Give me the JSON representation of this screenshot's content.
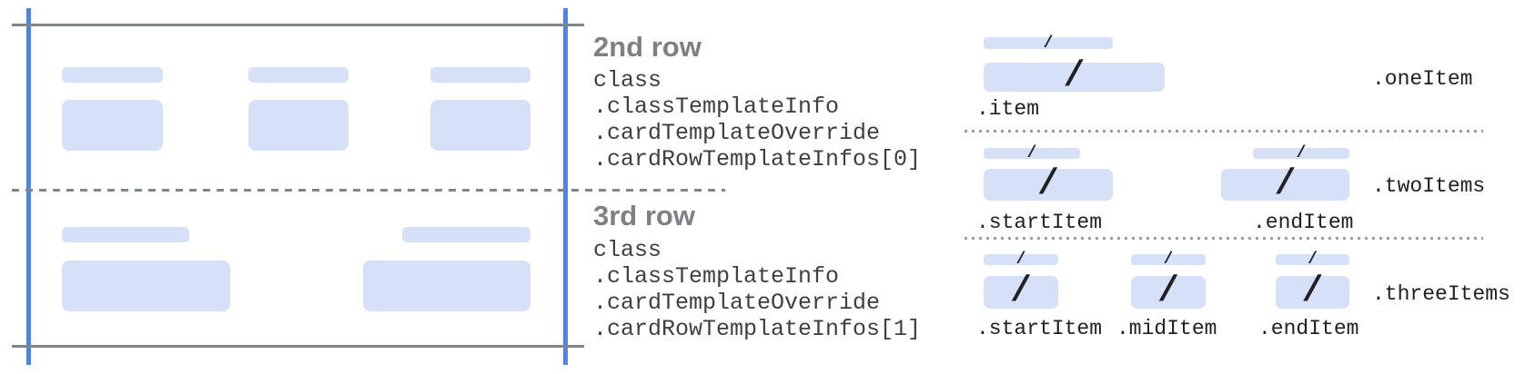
{
  "colors": {
    "bar_fill": "#d6e1f8",
    "card_edge_blue": "#4e83ea",
    "boundary_gray": "#80868b",
    "heading_gray": "#7d8185",
    "code_text": "#3c4043",
    "label_text": "#202124"
  },
  "glyphs": {
    "slash": "/"
  },
  "card_annotations": {
    "row2": {
      "title": "2nd row",
      "lines": [
        "class",
        ".classTemplateInfo",
        ".cardTemplateOverride",
        ".cardRowTemplateInfos[0]"
      ]
    },
    "row3": {
      "title": "3rd row",
      "lines": [
        "class",
        ".classTemplateInfo",
        ".cardTemplateOverride",
        ".cardRowTemplateInfos[1]"
      ]
    }
  },
  "templates": {
    "one_item": {
      "group_label": ".oneItem",
      "item_label": ".item"
    },
    "two_items": {
      "group_label": ".twoItems",
      "start_label": ".startItem",
      "end_label": ".endItem"
    },
    "three_items": {
      "group_label": ".threeItems",
      "start_label": ".startItem",
      "mid_label": ".midItem",
      "end_label": ".endItem"
    }
  }
}
